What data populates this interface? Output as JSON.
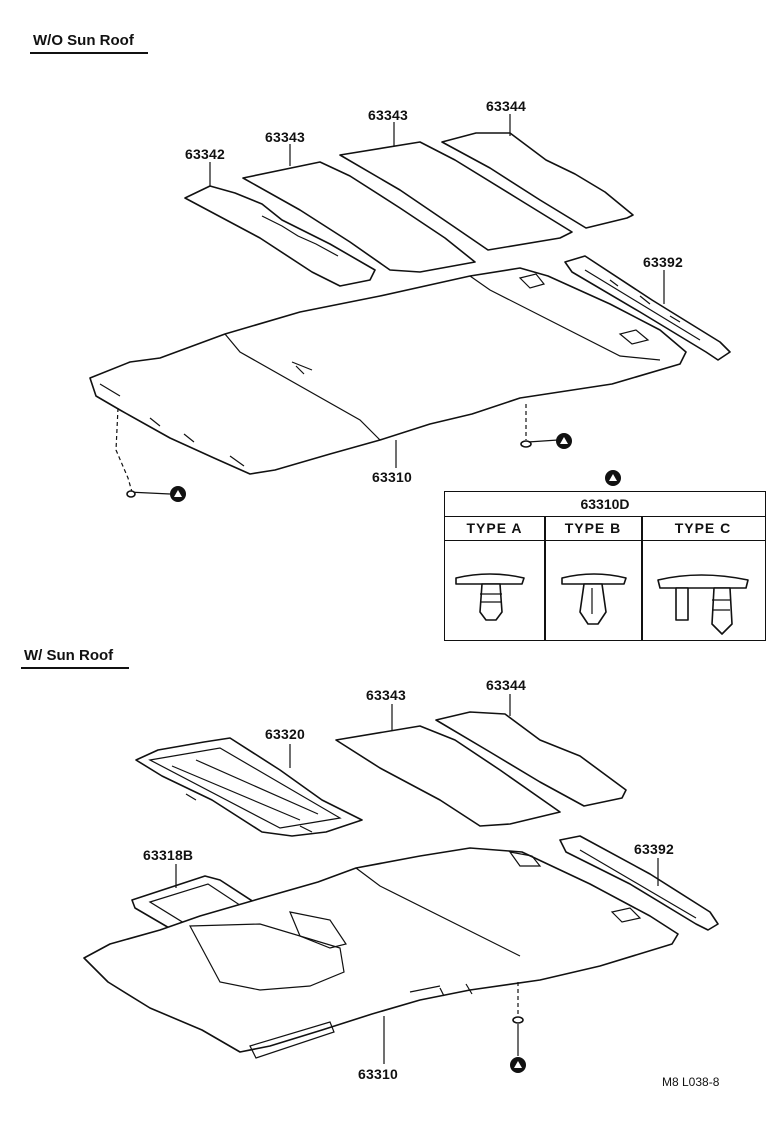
{
  "sections": {
    "without_sunroof": {
      "title": "W/O Sun Roof"
    },
    "with_sunroof": {
      "title": "W/ Sun Roof"
    }
  },
  "labels": {
    "top_63342": "63342",
    "top_63343_a": "63343",
    "top_63343_b": "63343",
    "top_63344": "63344",
    "top_63392": "63392",
    "top_63310": "63310",
    "bottom_63320": "63320",
    "bottom_63343": "63343",
    "bottom_63344": "63344",
    "bottom_63392": "63392",
    "bottom_63318b": "63318B",
    "bottom_63310": "63310"
  },
  "clip_table": {
    "part_number": "63310D",
    "types": [
      "TYPE  A",
      "TYPE  B",
      "TYPE  C"
    ]
  },
  "footer": {
    "code": "M8   L038-8"
  },
  "icons": {
    "clip_marker": "triangle-in-circle-icon"
  }
}
